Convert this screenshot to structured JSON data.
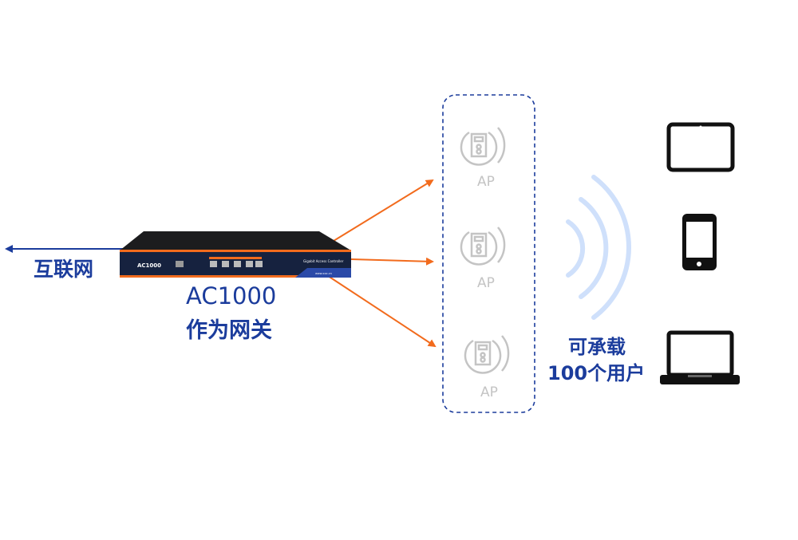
{
  "internet_label": "互联网",
  "gateway": {
    "model": "AC1000",
    "role": "作为网关"
  },
  "device": {
    "logo": "AC1000",
    "product_name": "Gigabit Access Controller",
    "url": "www.xxx.cn"
  },
  "access_points": [
    {
      "label": "AP"
    },
    {
      "label": "AP"
    },
    {
      "label": "AP"
    }
  ],
  "capacity": {
    "line1": "可承载",
    "line2": "100个用户"
  },
  "clients": [
    "tablet",
    "phone",
    "laptop"
  ],
  "colors": {
    "text": "#1b3c9c",
    "arrow": "#f26b1d",
    "ap": "#c4c4c4",
    "wifi": "#cfe0fb"
  }
}
